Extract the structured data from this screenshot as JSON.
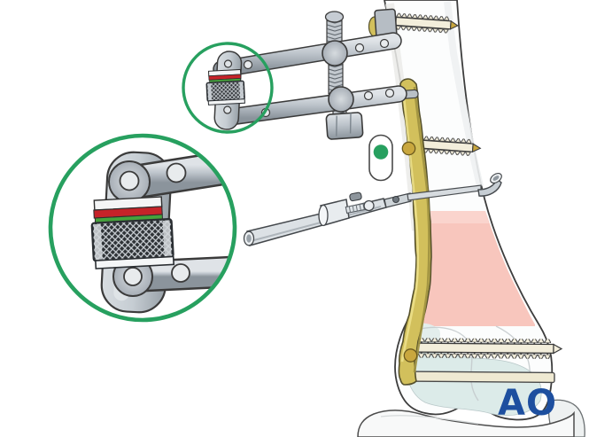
{
  "logo": {
    "text": "AO",
    "color": "#1d4f9f"
  },
  "indicator": {
    "shape": "pill",
    "dot_icon": "green-dot"
  },
  "colors": {
    "accent_green": "#27a05f",
    "band_red": "#c62329",
    "band_green": "#46a23c",
    "plate_gold": "#d2c05c",
    "fracture_pink": "#f8c6bd",
    "screw_tip_gold": "#c9a73e",
    "metal_light": "#c6ccd3",
    "outline": "#3b3b3b"
  }
}
